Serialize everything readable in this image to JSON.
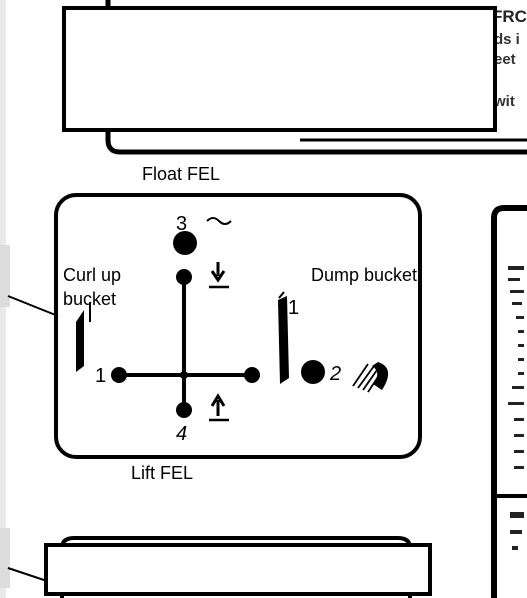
{
  "labels": {
    "float_fel": "Float FEL",
    "curl_up_line1": "Curl up",
    "curl_up_line2": "bucket",
    "dump_bucket": "Dump bucket",
    "lift_fel": "Lift FEL"
  },
  "positions": {
    "p1": "1",
    "p2": "2",
    "p3": "3",
    "p4": "4",
    "side_one": "1"
  }
}
